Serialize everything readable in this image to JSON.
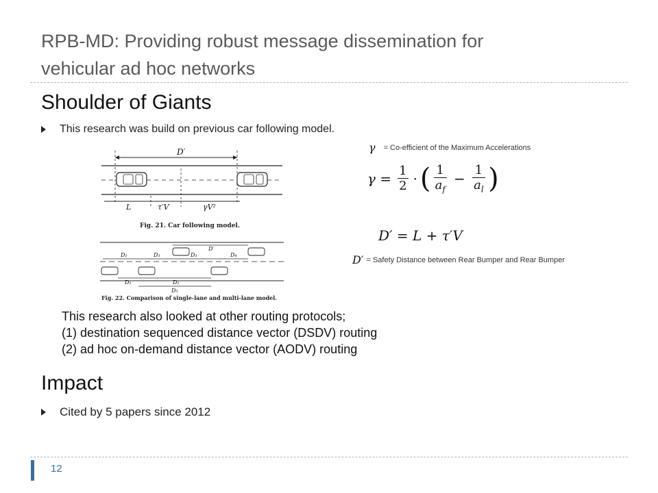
{
  "slide": {
    "title_line1": "RPB-MD: Providing robust message dissemination for",
    "title_line2": "vehicular ad hoc networks",
    "section1_heading": "Shoulder of Giants",
    "bullet1": "This research was build on previous car following model.",
    "gamma_desc": "= Co-efficient of the Maximum Accelerations",
    "dprime_desc": "= Safety Distance between Rear Bumper and Rear Bumper",
    "para_line1": "This research also looked at other routing protocols;",
    "para_line2": "(1) destination sequenced distance vector (DSDV) routing",
    "para_line3": "(2) ad hoc on-demand distance vector (AODV) routing",
    "section2_heading": "Impact",
    "bullet2": "Cited by 5 papers since 2012",
    "page_number": "12"
  },
  "figure": {
    "fig21_caption": "Fig. 21.  Car following model.",
    "fig22_caption": "Fig. 22.  Comparison of single-lane and multi-lane model.",
    "label_dprime": "D′",
    "label_L": "L",
    "label_tauV": "τ′V",
    "label_gammaV2": "γV²",
    "d1": "D₁",
    "d2": "D₂",
    "d3": "D₃",
    "d4": "D₄",
    "d5": "D₅"
  },
  "equations": {
    "gamma_symbol": "γ",
    "gamma_lhs": "γ =",
    "half_num": "1",
    "half_den": "2",
    "dot": "·",
    "frac1_num": "1",
    "frac1_den": "a",
    "frac1_den_sub": "f",
    "minus": "−",
    "frac2_num": "1",
    "frac2_den": "a",
    "frac2_den_sub": "l",
    "dprime_eq": "D′ = L + τ′V",
    "dprime_symbol": "D′"
  }
}
